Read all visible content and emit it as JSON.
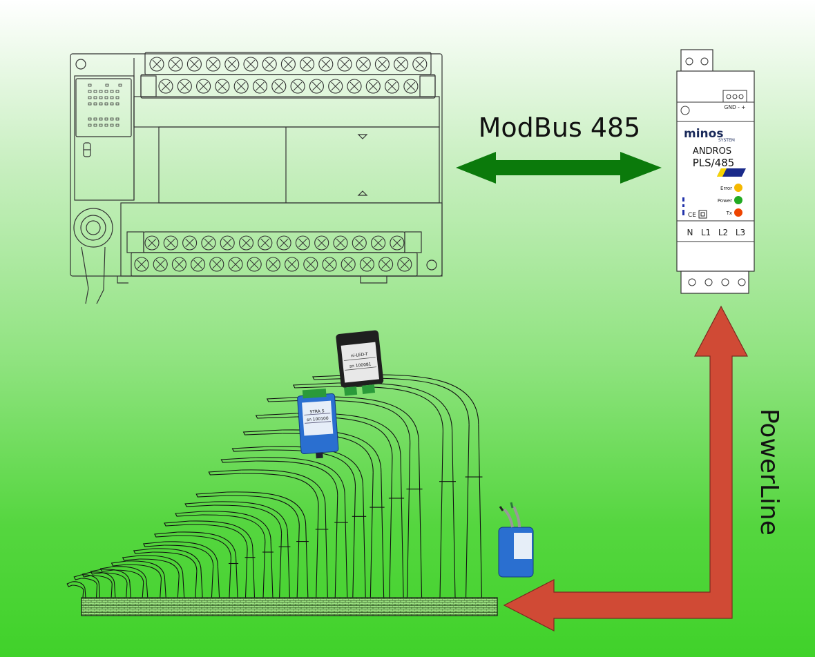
{
  "labels": {
    "modbus": "ModBus 485",
    "powerline": "PowerLine"
  },
  "andros": {
    "brand": "minos",
    "brand_sub": "SYSTEM",
    "model_line1": "ANDROS",
    "model_line2": "PLS/485",
    "gnd_label": "GND -  +",
    "led_error": "Error",
    "led_power": "Power",
    "led_tx": "Tx",
    "terminals": [
      "N",
      "L1",
      "L2",
      "L3"
    ],
    "ce_mark": "CE"
  },
  "modules": {
    "black_title": "ni-LED-T",
    "black_sn": "sn 100081",
    "blue_title": "STRA S",
    "blue_sn": "sn 100100"
  },
  "colors": {
    "modbus_arrow": "#0b7a0b",
    "powerline_arrow": "#d04a35",
    "led_error": "#f5b800",
    "led_power": "#22aa22",
    "led_tx": "#ee4400",
    "brick": "#9adf80"
  }
}
